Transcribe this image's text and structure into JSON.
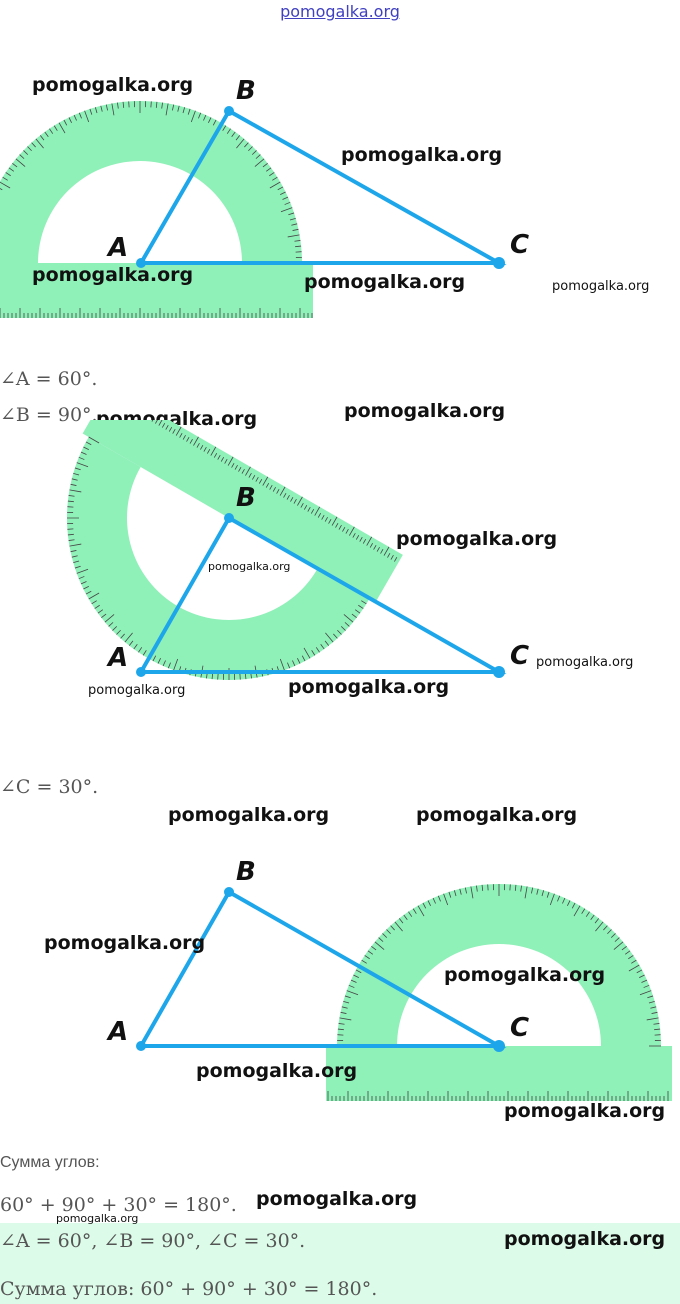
{
  "site_link": "pomogalka.org",
  "watermark": "pomogalka.org",
  "vertices": {
    "a": "A",
    "b": "B",
    "c": "C"
  },
  "results": {
    "angle_a": "∠A = 60°.",
    "angle_b": "∠B = 90°.",
    "angle_c": "∠C = 30°."
  },
  "sum": {
    "label": "Сумма углов:",
    "equation": "60° + 90° + 30° = 180°."
  },
  "answer": {
    "angles_line": "∠A = 60°, ∠B = 90°, ∠C = 30°.",
    "sum_line": "Сумма углов: 60° + 90° + 30° = 180°."
  },
  "colors": {
    "protractor": "#8ff0b8",
    "triangle": "#1ea6ea",
    "answer_bg": "#dcfbe8",
    "link": "#4040c0"
  }
}
